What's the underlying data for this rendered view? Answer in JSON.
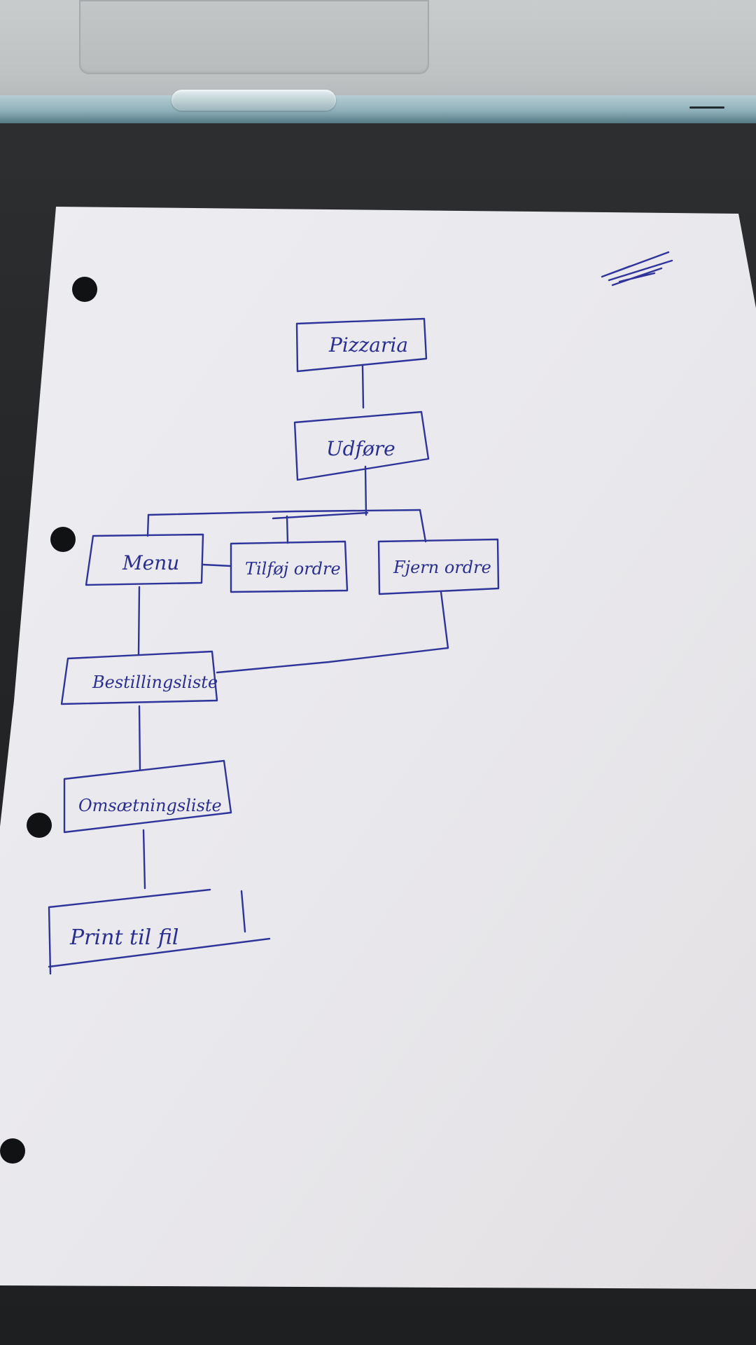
{
  "diagram": {
    "nodes": {
      "root": "Pizzaria",
      "run": "Udføre",
      "menu": "Menu",
      "add_order": "Tilføj ordre",
      "remove_order": "Fjern ordre",
      "order_list": "Bestillingsliste",
      "revenue_list": "Omsætningsliste",
      "print": "Print til fil"
    }
  },
  "colors": {
    "ink": "#2f349a",
    "paper": "#ebebef",
    "desk": "#242628"
  }
}
